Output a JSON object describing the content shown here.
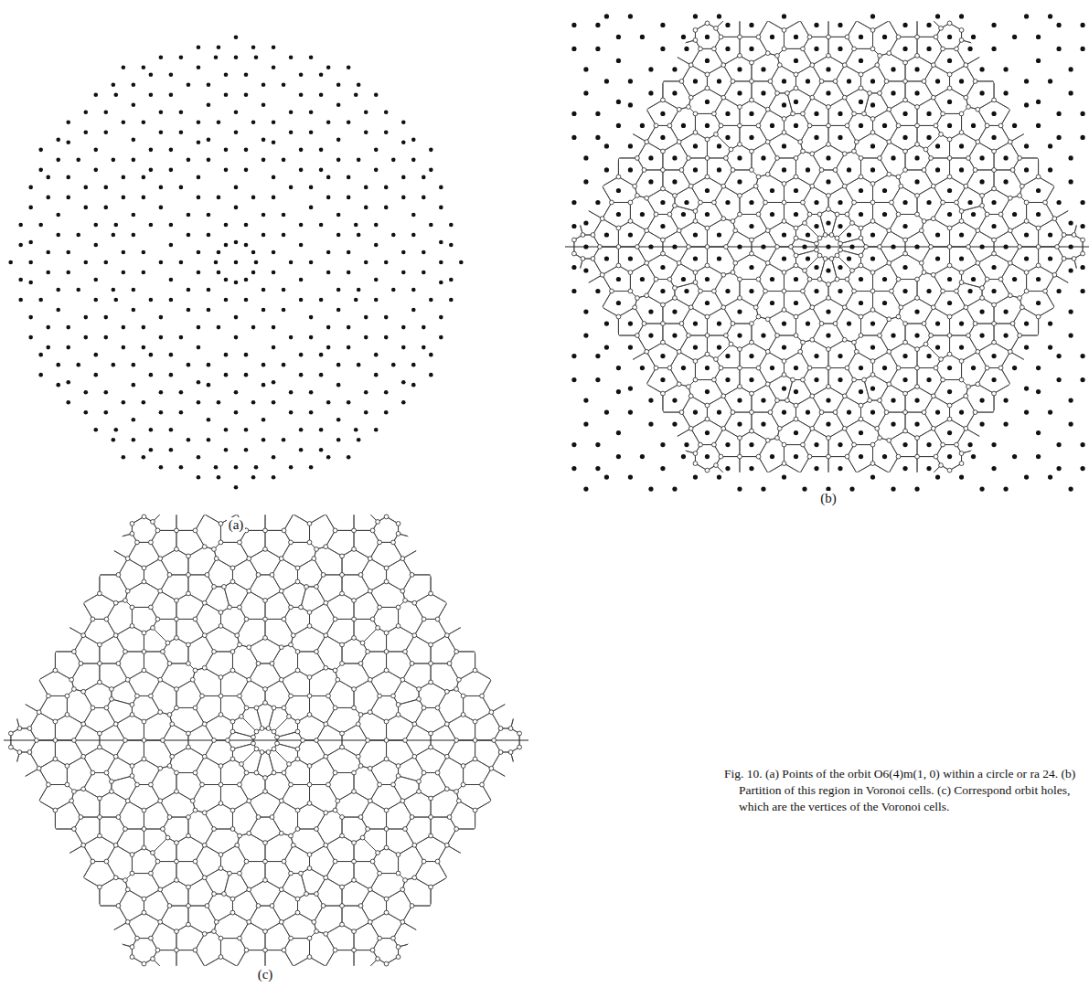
{
  "diagram": {
    "caption": "Fig. 10. (a) Points of the orbit O6(4)m(1, 0) within a circle or ra 24. (b) Partition of this region in Voronoi cells. (c) Correspond orbit holes, which are the vertices of the Voronoi cells.",
    "labels": [
      "(a)",
      "(b)",
      "(c)"
    ]
  }
}
